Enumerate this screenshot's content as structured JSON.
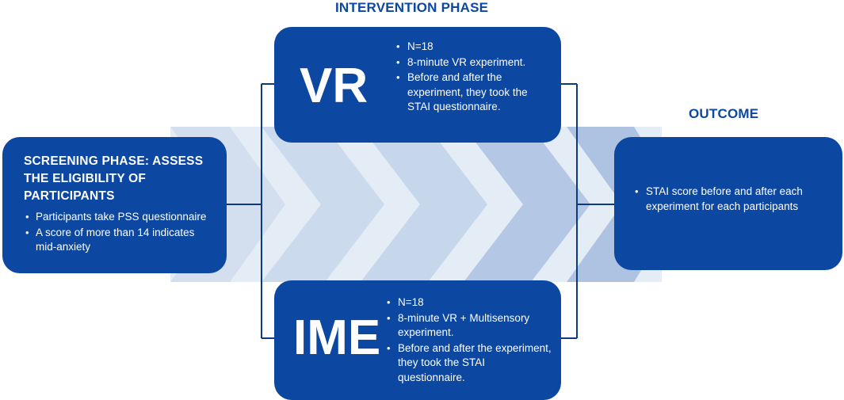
{
  "headings": {
    "intervention": "INTERVENTION PHASE",
    "outcome": "OUTCOME"
  },
  "screening": {
    "title": "SCREENING PHASE: ASSESS THE ELIGIBILITY OF PARTICIPANTS",
    "bullets": [
      "Participants take PSS questionnaire",
      "A score of more than 14 indicates mid-anxiety"
    ]
  },
  "vr": {
    "label": "VR",
    "bullets": [
      "N=18",
      "8-minute VR experiment.",
      "Before and after the experiment, they took the STAI questionnaire."
    ]
  },
  "ime": {
    "label": "IME",
    "bullets": [
      "N=18",
      "8-minute VR + Multisensory experiment.",
      "Before and after the experiment, they took the STAI questionnaire."
    ]
  },
  "outcome": {
    "bullets": [
      "STAI score before and after each experiment for each participants"
    ]
  },
  "colors": {
    "box": "#0c47a1",
    "heading": "#0c47a1",
    "connector": "#0c3b80",
    "band_light": "#dfe8f4",
    "chevron_light": "#dde6f2",
    "chevron_mid": "#b9cce6"
  }
}
